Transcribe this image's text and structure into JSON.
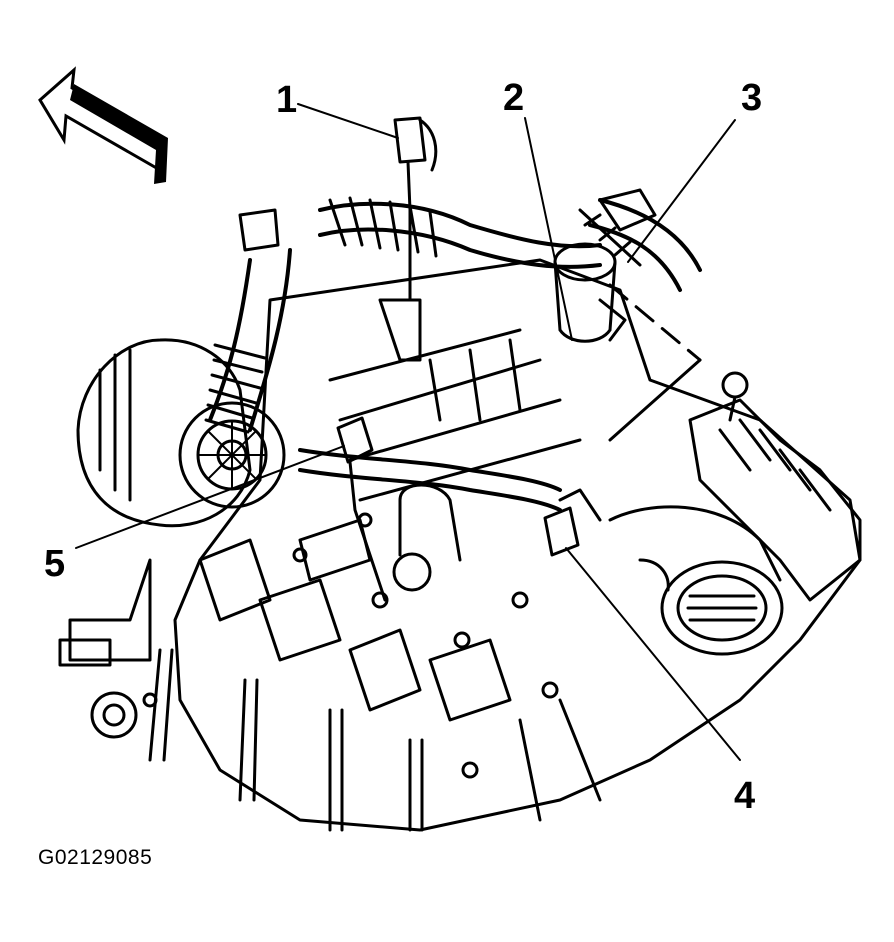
{
  "figure": {
    "id_label": "G02129085",
    "callouts": [
      {
        "label": "1"
      },
      {
        "label": "2"
      },
      {
        "label": "3"
      },
      {
        "label": "4"
      },
      {
        "label": "5"
      }
    ]
  }
}
